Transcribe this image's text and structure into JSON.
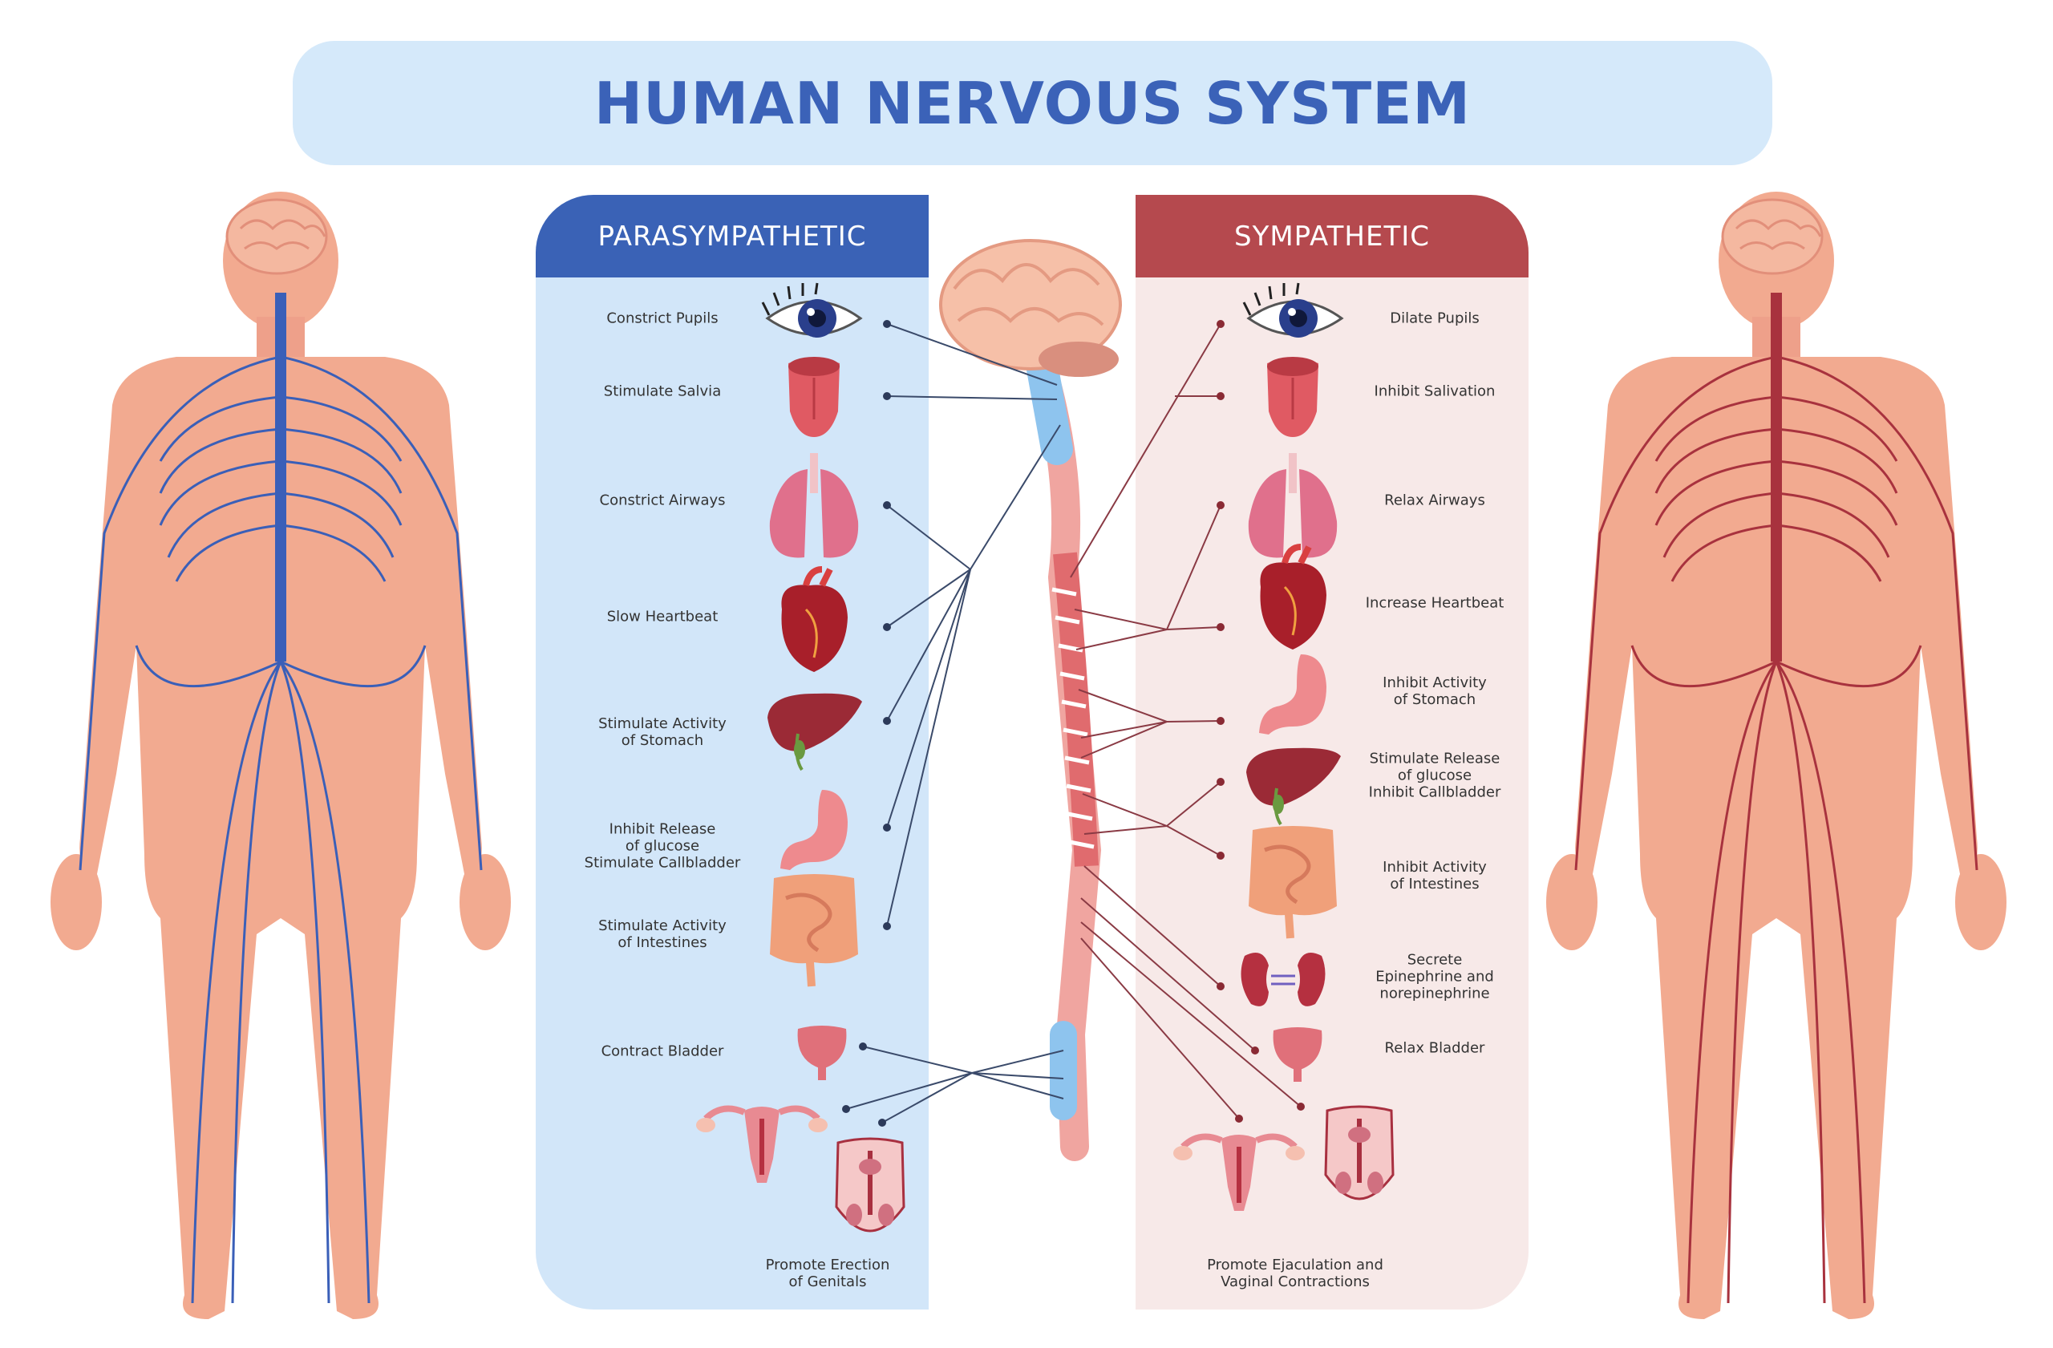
{
  "title": "HUMAN NERVOUS SYSTEM",
  "parasympathetic": {
    "header": "PARASYMPATHETIC",
    "effects": [
      "Constrict Pupils",
      "Stimulate Salvia",
      "Constrict Airways",
      "Slow Heartbeat",
      "Stimulate Activity\nof Stomach",
      "Inhibit Release\nof glucose\nStimulate Callbladder",
      "Stimulate Activity\nof Intestines",
      "Contract Bladder",
      "Promote Erection\nof Genitals"
    ]
  },
  "sympathetic": {
    "header": "SYMPATHETIC",
    "effects": [
      "Dilate Pupils",
      "Inhibit Salivation",
      "Relax Airways",
      "Increase Heartbeat",
      "Inhibit Activity\nof Stomach",
      "Stimulate Release\nof glucose\nInhibit Callbladder",
      "Inhibit Activity\nof Intestines",
      "Secrete\nEpinephrine and\nnorepinephrine",
      "Relax Bladder",
      "Promote Ejaculation and\nVaginal Contractions"
    ]
  },
  "icons": [
    "eye-icon",
    "tongue-icon",
    "lungs-icon",
    "heart-icon",
    "liver-icon",
    "stomach-icon",
    "intestines-icon",
    "kidneys-icon",
    "bladder-icon",
    "uterus-icon",
    "male-reproductive-icon",
    "brain-icon",
    "spinal-cord-icon",
    "human-body-icon"
  ],
  "colors": {
    "title": "#3b62b8",
    "parasympathetic_header": "#3a62b6",
    "parasympathetic_panel": "#d2e6f9",
    "sympathetic_header": "#b5494e",
    "sympathetic_panel": "#f7e9e8",
    "parasympathetic_nerves": "#3a5fb8",
    "sympathetic_nerves": "#a8323e",
    "body_skin": "#f2aa90"
  }
}
